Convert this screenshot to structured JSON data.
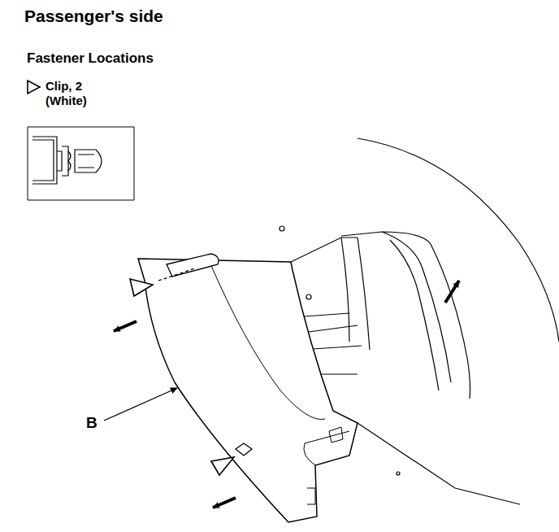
{
  "diagram": {
    "title": "Passenger's side",
    "labels": [
      "Fastener Locations",
      "B"
    ],
    "legend": [
      {
        "text": "Clip, 2 (White)"
      }
    ]
  }
}
